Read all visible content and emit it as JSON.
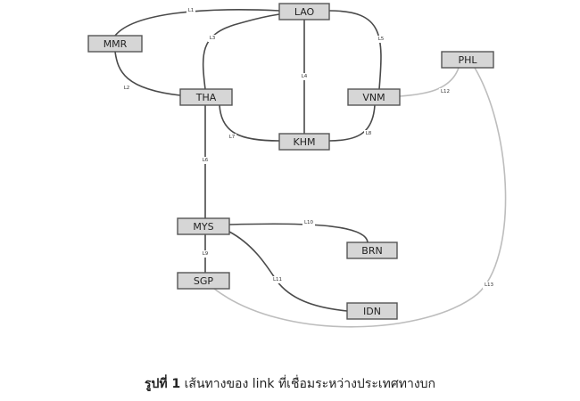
{
  "nodes": [
    {
      "id": "LAO",
      "label": "LAO"
    },
    {
      "id": "MMR",
      "label": "MMR"
    },
    {
      "id": "PHL",
      "label": "PHL"
    },
    {
      "id": "THA",
      "label": "THA"
    },
    {
      "id": "VNM",
      "label": "VNM"
    },
    {
      "id": "KHM",
      "label": "KHM"
    },
    {
      "id": "MYS",
      "label": "MYS"
    },
    {
      "id": "BRN",
      "label": "BRN"
    },
    {
      "id": "SGP",
      "label": "SGP"
    },
    {
      "id": "IDN",
      "label": "IDN"
    }
  ],
  "links": [
    {
      "id": "L1",
      "label": "L1",
      "from": "MMR",
      "to": "LAO"
    },
    {
      "id": "L2",
      "label": "L2",
      "from": "MMR",
      "to": "THA"
    },
    {
      "id": "L3",
      "label": "L3",
      "from": "THA",
      "to": "LAO"
    },
    {
      "id": "L4",
      "label": "L4",
      "from": "LAO",
      "to": "KHM"
    },
    {
      "id": "L5",
      "label": "L5",
      "from": "LAO",
      "to": "VNM"
    },
    {
      "id": "L6",
      "label": "L6",
      "from": "THA",
      "to": "MYS"
    },
    {
      "id": "L7",
      "label": "L7",
      "from": "THA",
      "to": "KHM"
    },
    {
      "id": "L8",
      "label": "L8",
      "from": "KHM",
      "to": "VNM"
    },
    {
      "id": "L9",
      "label": "L9",
      "from": "MYS",
      "to": "SGP"
    },
    {
      "id": "L10",
      "label": "L10",
      "from": "MYS",
      "to": "BRN"
    },
    {
      "id": "L11",
      "label": "L11",
      "from": "MYS",
      "to": "IDN"
    },
    {
      "id": "L12",
      "label": "L12",
      "from": "VNM",
      "to": "PHL"
    },
    {
      "id": "L13",
      "label": "L13",
      "from": "SGP",
      "to": "PHL"
    }
  ],
  "colors": {
    "node_fill": "#d6d6d6",
    "node_border": "#555555",
    "link_dark": "#4a4a4a",
    "link_light": "#bdbdbd"
  },
  "caption": {
    "figure_no": "รูปที่ 1",
    "text": "เส้นทางของ link ที่เชื่อมระหว่างประเทศทางบก"
  }
}
